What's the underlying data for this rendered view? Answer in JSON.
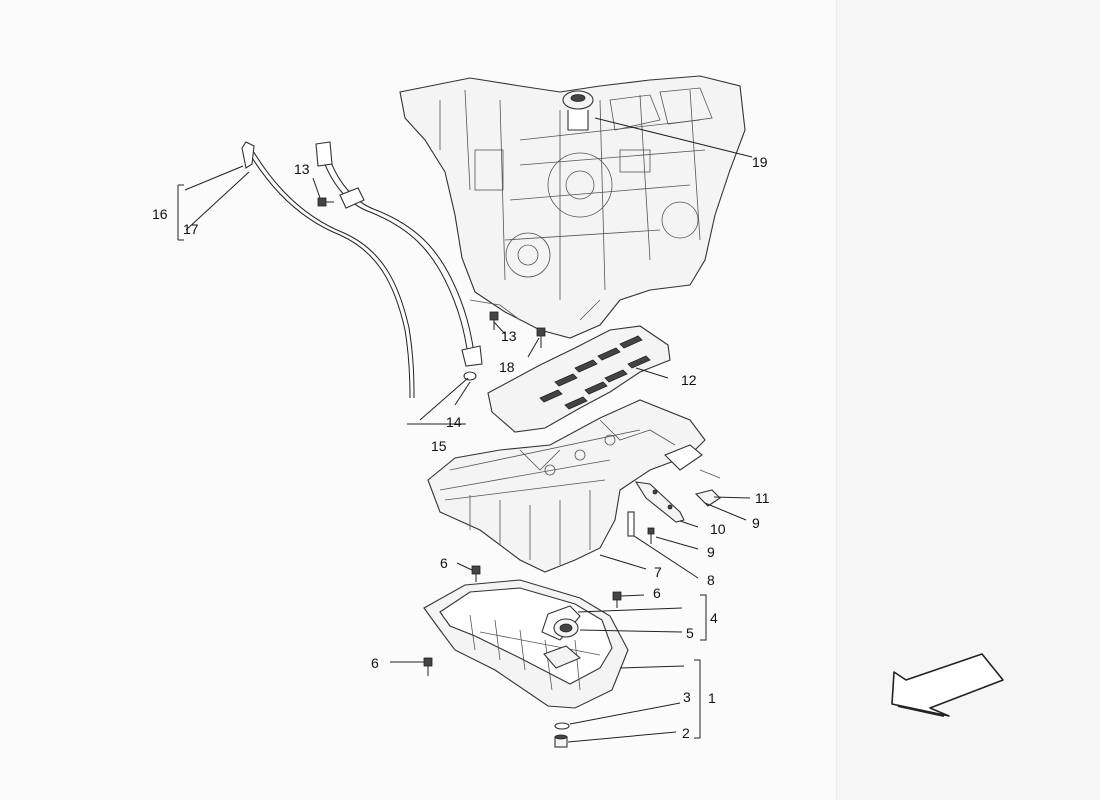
{
  "callouts": {
    "c1": "1",
    "c2": "2",
    "c3": "3",
    "c4": "4",
    "c5": "5",
    "c6a": "6",
    "c6b": "6",
    "c6c": "6",
    "c7": "7",
    "c8": "8",
    "c9a": "9",
    "c9b": "9",
    "c10": "10",
    "c11": "11",
    "c12": "12",
    "c13a": "13",
    "c13b": "13",
    "c14": "14",
    "c15": "15",
    "c16": "16",
    "c17": "17",
    "c18": "18",
    "c19": "19"
  },
  "colors": {
    "line": "#222222",
    "part_fill": "#f4f4f4",
    "background": "#fbfbfb"
  },
  "icons": {
    "direction": "direction-arrow-icon"
  }
}
